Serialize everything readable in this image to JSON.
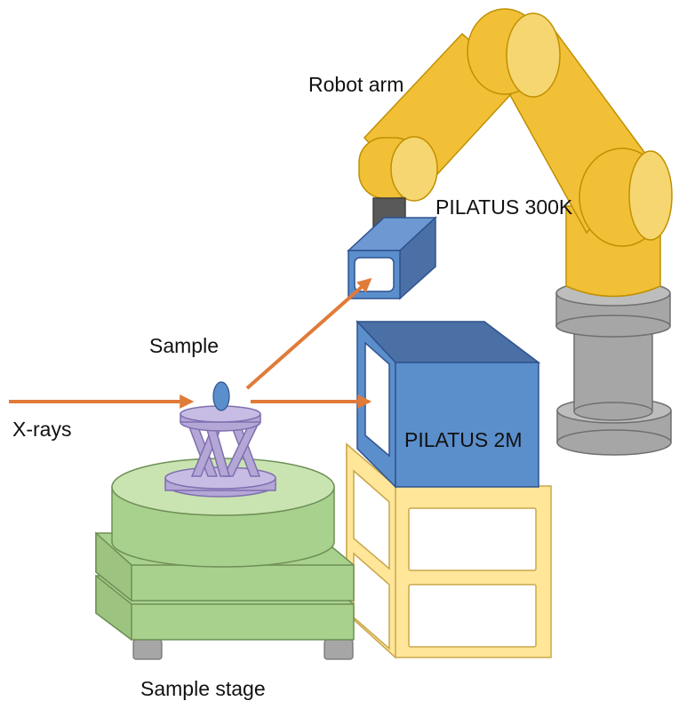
{
  "labels": {
    "robot_arm": "Robot arm",
    "pilatus_300k": "PILATUS 300K",
    "sample": "Sample",
    "xrays": "X-rays",
    "pilatus_2m": "PILATUS 2M",
    "sample_stage": "Sample stage"
  },
  "colors": {
    "arm_yellow": "#F2C037",
    "arm_light": "#F6D670",
    "arm_edge": "#BF9000",
    "base_gray": "#A6A6A6",
    "base_edge": "#6F6F6F",
    "detector_blue": "#5B8FCC",
    "detector_dark": "#4A70A5",
    "detector_edge": "#2F528F",
    "beam_orange": "#E07B39",
    "stage_green": "#A9D18E",
    "stage_edge": "#6E8F55",
    "hexapod_purple": "#B4A7D6",
    "hexapod_edge": "#7F6FB0",
    "table_yellow": "#FFE699",
    "table_edge": "#C9A74B"
  }
}
